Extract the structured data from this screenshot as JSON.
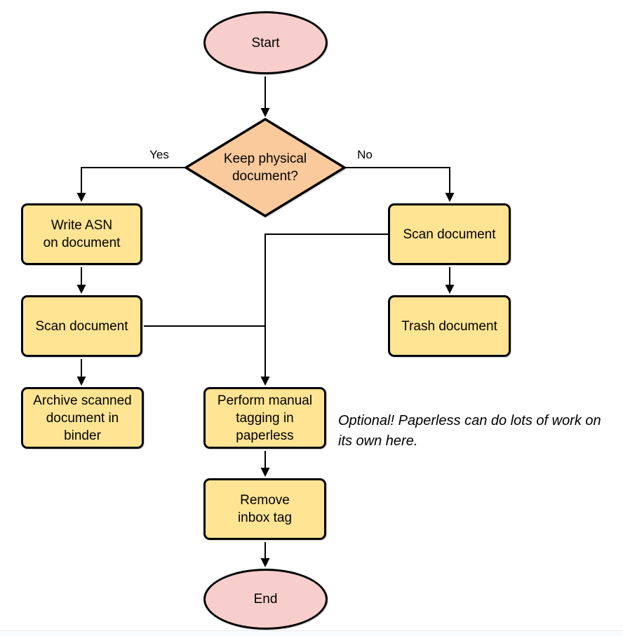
{
  "diagram": {
    "colors": {
      "terminator_fill": "#F8CECC",
      "decision_fill": "#FACA9D",
      "process_fill": "#FFE494",
      "stroke": "#000000"
    },
    "nodes": {
      "start": {
        "label": "Start"
      },
      "decision": {
        "label": "Keep physical\ndocument?"
      },
      "write_asn": {
        "label": "Write ASN\non document"
      },
      "scan_left": {
        "label": "Scan document"
      },
      "archive": {
        "label": "Archive scanned\ndocument in\nbinder"
      },
      "scan_right": {
        "label": "Scan document"
      },
      "trash": {
        "label": "Trash document"
      },
      "perform_tagging": {
        "label": "Perform manual\ntagging in\npaperless"
      },
      "remove_inbox_tag": {
        "label": "Remove\ninbox tag"
      },
      "end": {
        "label": "End"
      }
    },
    "edge_labels": {
      "yes": "Yes",
      "no": "No"
    },
    "edges": [
      {
        "from": "start",
        "to": "decision"
      },
      {
        "from": "decision",
        "to": "write_asn",
        "label": "Yes"
      },
      {
        "from": "decision",
        "to": "scan_right",
        "label": "No"
      },
      {
        "from": "write_asn",
        "to": "scan_left"
      },
      {
        "from": "scan_left",
        "to": "archive"
      },
      {
        "from": "scan_left",
        "to": "perform_tagging"
      },
      {
        "from": "scan_right",
        "to": "trash"
      },
      {
        "from": "scan_right",
        "to": "perform_tagging"
      },
      {
        "from": "perform_tagging",
        "to": "remove_inbox_tag"
      },
      {
        "from": "remove_inbox_tag",
        "to": "end"
      }
    ],
    "annotation": "Optional! Paperless can do lots of work on\nits own here."
  }
}
